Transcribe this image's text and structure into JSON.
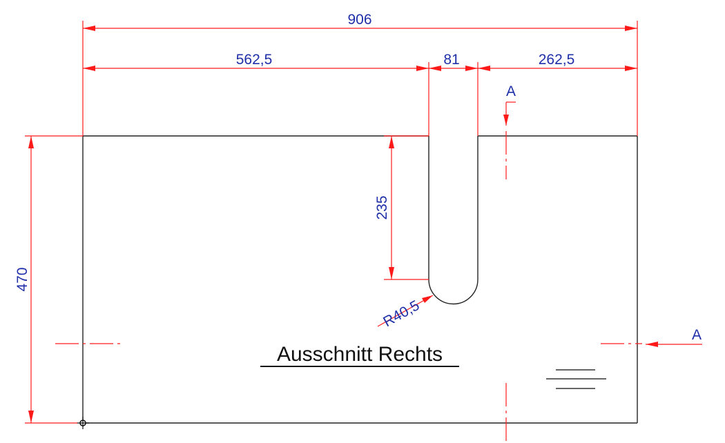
{
  "drawing": {
    "title": "Ausschnitt Rechts",
    "dimensions": {
      "overall_width": "906",
      "left_width": "562,5",
      "slot_width": "81",
      "right_width": "262,5",
      "overall_height": "470",
      "slot_depth": "235",
      "slot_radius": "R40,5"
    },
    "section_marks": {
      "top": "A",
      "side": "A"
    },
    "colors": {
      "outline": "#222222",
      "dimension_lines": "#ff1a1a",
      "dimension_text": "#1f2fa8"
    }
  }
}
